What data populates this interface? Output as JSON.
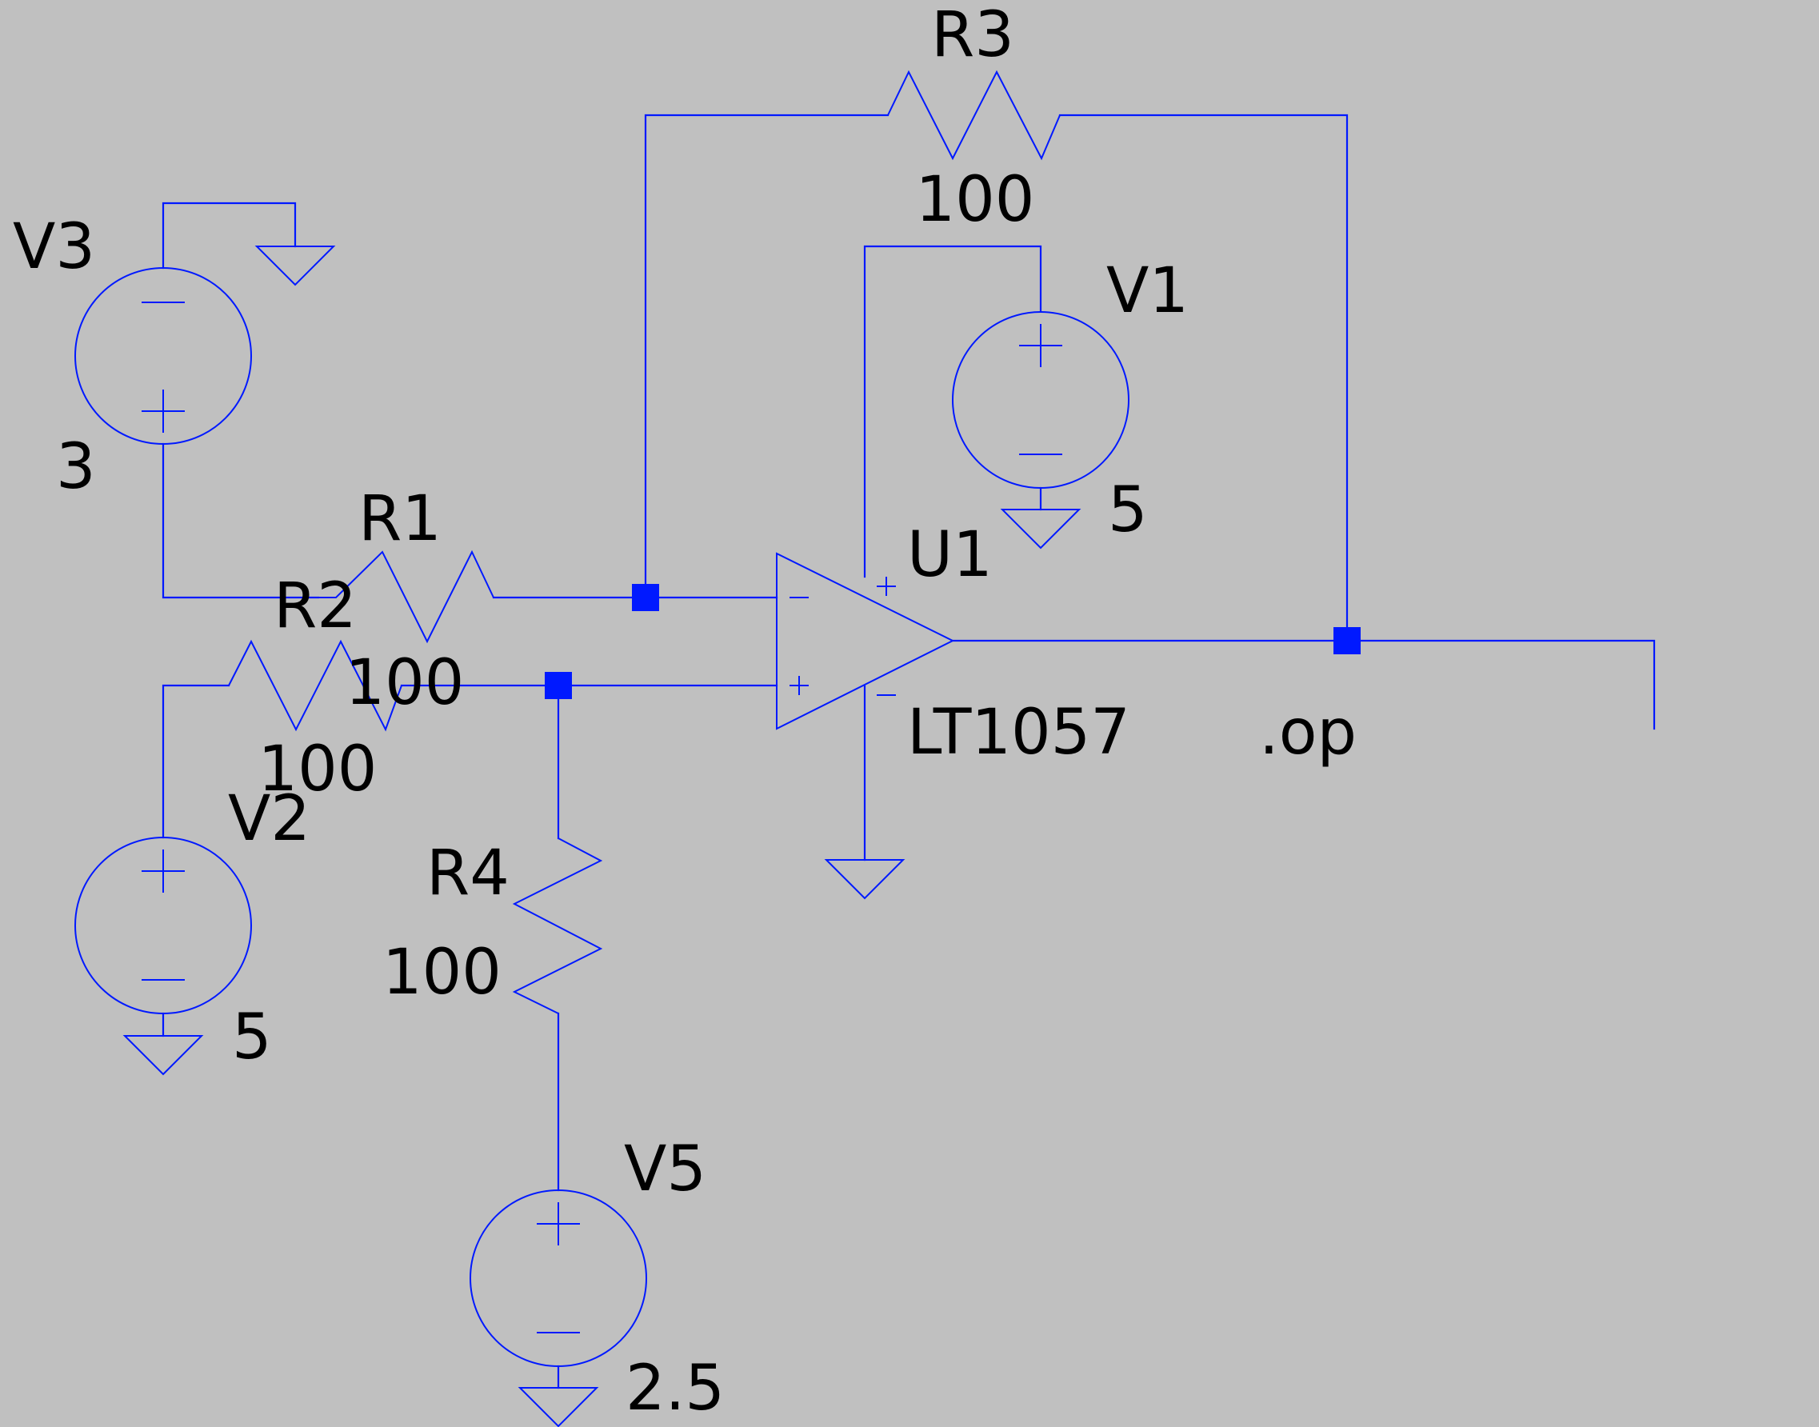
{
  "components": {
    "r1": {
      "name": "R1",
      "value": "100"
    },
    "r2": {
      "name": "R2",
      "value": "100"
    },
    "r3": {
      "name": "R3",
      "value": "100"
    },
    "r4": {
      "name": "R4",
      "value": "100"
    },
    "v1": {
      "name": "V1",
      "value": "5"
    },
    "v2": {
      "name": "V2",
      "value": "5"
    },
    "v3": {
      "name": "V3",
      "value": "3"
    },
    "v5": {
      "name": "V5",
      "value": "2.5"
    },
    "u1": {
      "name": "U1",
      "model": "LT1057"
    }
  },
  "directive": ".op",
  "colors": {
    "background": "#c0c0c0",
    "wire": "#0019ff",
    "text": "#000000"
  }
}
